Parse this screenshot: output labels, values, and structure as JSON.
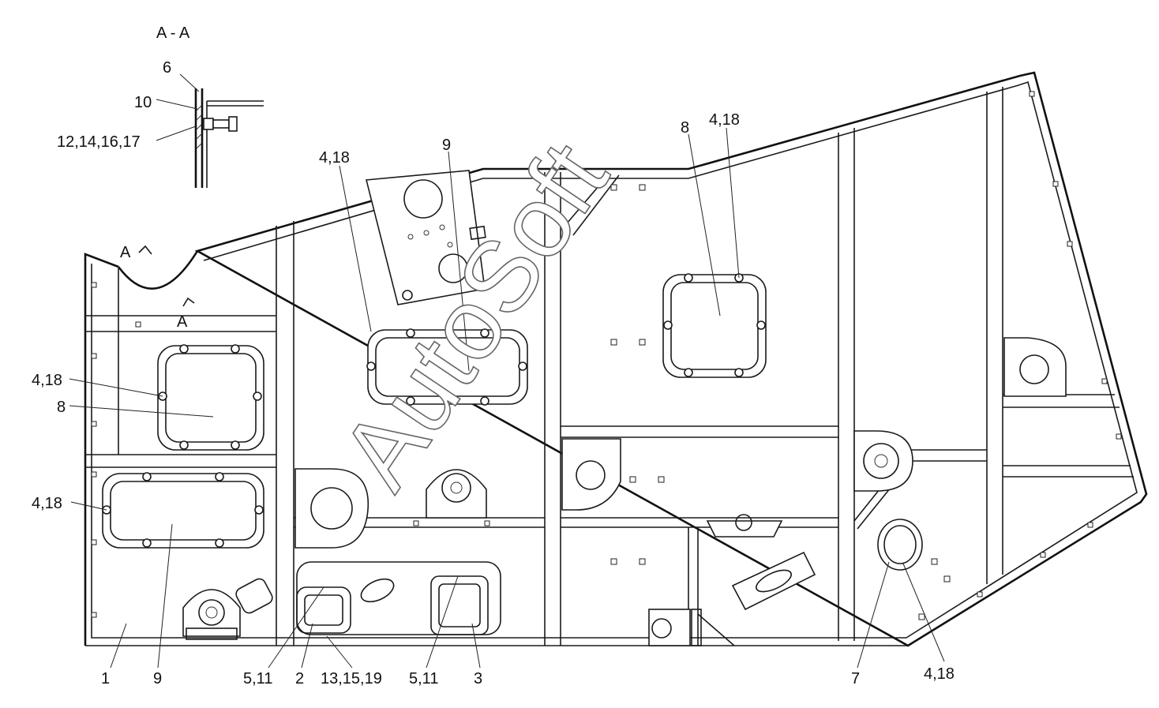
{
  "section_title": "A - A",
  "watermark": "AutoSoft",
  "section_marks": [
    "A",
    "A"
  ],
  "callouts": {
    "c6": "6",
    "c10": "10",
    "c12": "12,14,16,17",
    "c418_a": "4,18",
    "c9_a": "9",
    "c8_a": "8",
    "c418_b": "4,18",
    "c418_left1": "4,18",
    "c8_left": "8",
    "c418_left2": "4,18",
    "b1": "1",
    "b9": "9",
    "b511_a": "5,11",
    "b2": "2",
    "b13": "13,15,19",
    "b511_b": "5,11",
    "b3": "3",
    "b7": "7",
    "b418": "4,18"
  }
}
